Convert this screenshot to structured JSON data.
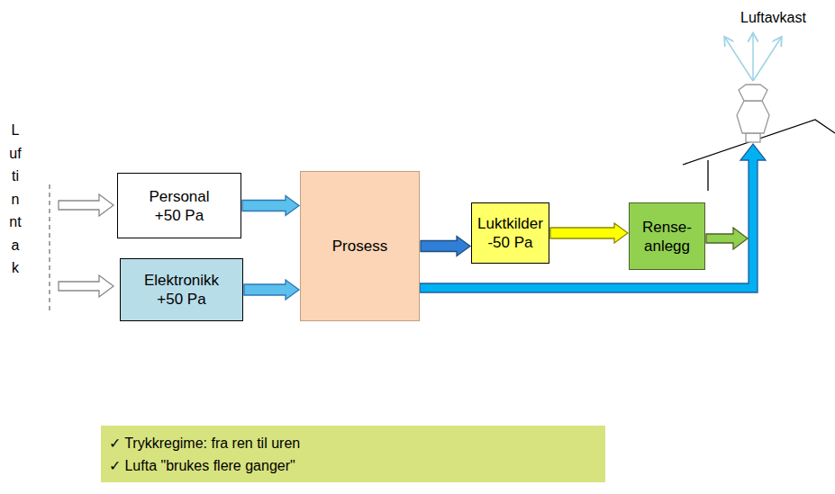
{
  "diagram": {
    "nodes": [
      {
        "text": [
          "Personal",
          "+50 Pa"
        ]
      },
      {
        "text": [
          "Elektronikk",
          "+50 Pa"
        ]
      },
      {
        "text": [
          "Prosess"
        ]
      },
      {
        "text": [
          "Luktkilder",
          "-50 Pa"
        ]
      },
      {
        "text": [
          "Rense-anlegg"
        ]
      },
      {
        "text": [
          "✓ Trykkregime: fra ren til uren",
          "✓ Lufta \"brukes flere ganger\""
        ]
      }
    ],
    "edges": [
      {
        "from": 0,
        "to": 2,
        "arrow": "to"
      },
      {
        "from": 1,
        "to": 2,
        "arrow": "to"
      },
      {
        "from": 2,
        "to": 3,
        "arrow": "to"
      },
      {
        "from": 3,
        "to": 4,
        "arrow": "to"
      }
    ],
    "labels": [
      "Luftinntak",
      "Luftavkast"
    ]
  }
}
